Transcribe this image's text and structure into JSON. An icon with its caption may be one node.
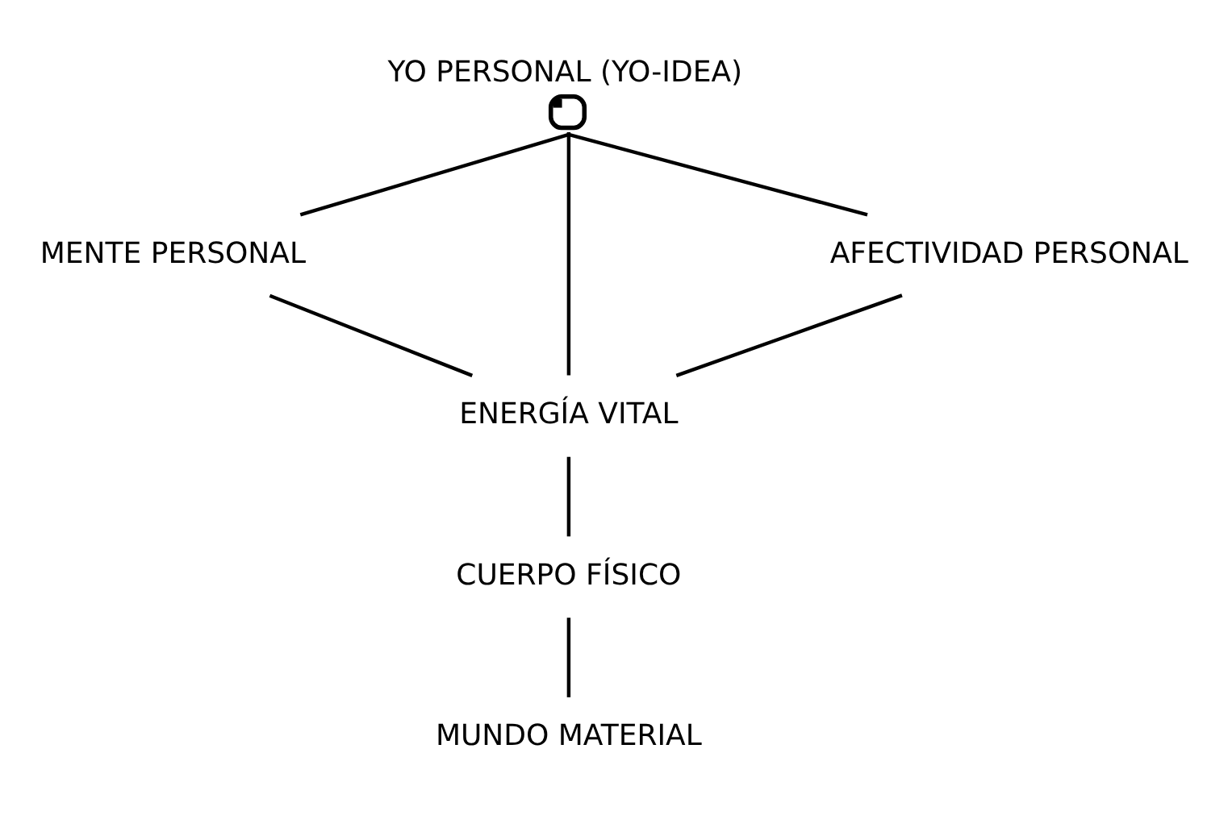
{
  "diagram": {
    "nodes": [
      {
        "text": [
          "YO PERSONAL (YO-IDEA)"
        ]
      },
      {
        "text": [
          "MENTE PERSONAL"
        ]
      },
      {
        "text": [
          "AFECTIVIDAD PERSONAL"
        ]
      },
      {
        "text": [
          "ENERGÍA VITAL"
        ]
      },
      {
        "text": [
          "CUERPO FÍSICO"
        ]
      },
      {
        "text": [
          "MUNDO MATERIAL"
        ]
      }
    ],
    "edges": [
      {
        "from": 0,
        "to": 1,
        "arrow": "none"
      },
      {
        "from": 0,
        "to": 3,
        "arrow": "none"
      },
      {
        "from": 0,
        "to": 2,
        "arrow": "none"
      },
      {
        "from": 1,
        "to": 3,
        "arrow": "none"
      },
      {
        "from": 2,
        "to": 3,
        "arrow": "none"
      },
      {
        "from": 3,
        "to": 4,
        "arrow": "none"
      },
      {
        "from": 4,
        "to": 5,
        "arrow": "none"
      }
    ]
  }
}
